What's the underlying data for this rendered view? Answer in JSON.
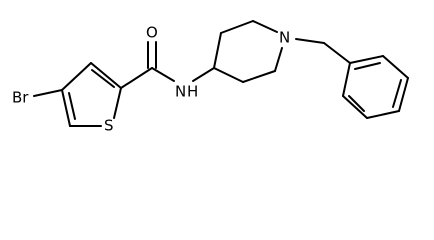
{
  "molecule": {
    "atom_labels": {
      "oxygen": "O",
      "amide_nitrogen": "N",
      "amide_hydrogen": "H",
      "piperidine_nitrogen": "N",
      "sulfur": "S",
      "bromine": "Br"
    }
  }
}
